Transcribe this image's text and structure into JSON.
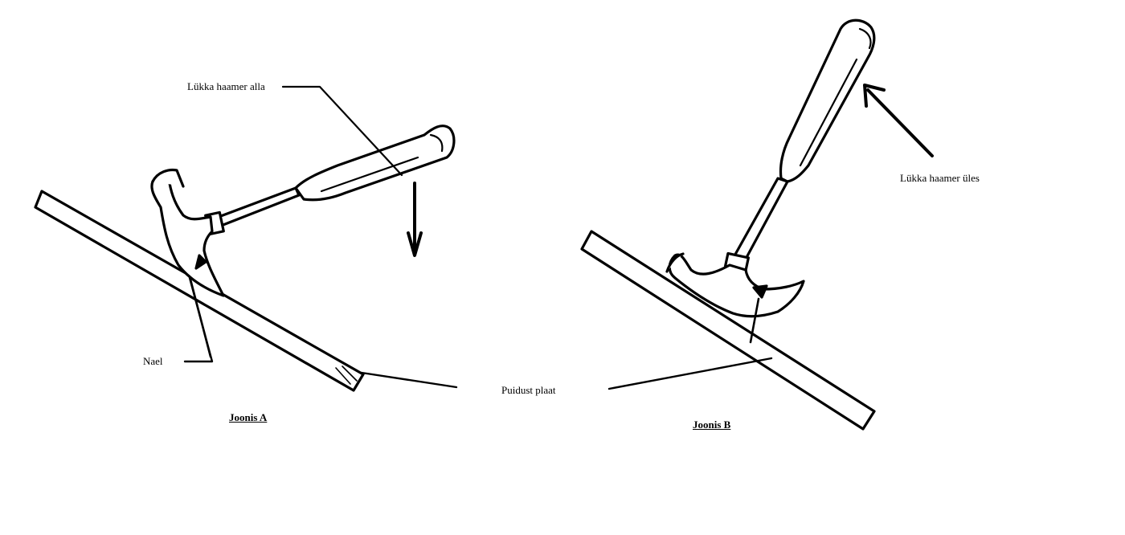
{
  "figures": [
    {
      "caption": "Joonis A",
      "labels": {
        "push": "Lükka haamer alla",
        "nail": "Nael"
      }
    },
    {
      "caption": "Joonis B",
      "labels": {
        "push": "Lükka haamer üles"
      }
    }
  ],
  "shared_label": "Puidust plaat",
  "colors": {
    "ink": "#000000",
    "paper": "#ffffff"
  }
}
